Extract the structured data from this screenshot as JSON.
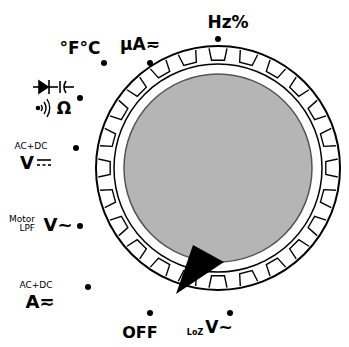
{
  "diagram": {
    "labels": [
      "μA≂",
      "Hz%",
      "°F°C",
      "Ω",
      "AC+DC",
      "V",
      "Motor LPF",
      "V~",
      "AC+DC",
      "A≂",
      "OFF",
      "LoZ",
      "V~"
    ]
  }
}
